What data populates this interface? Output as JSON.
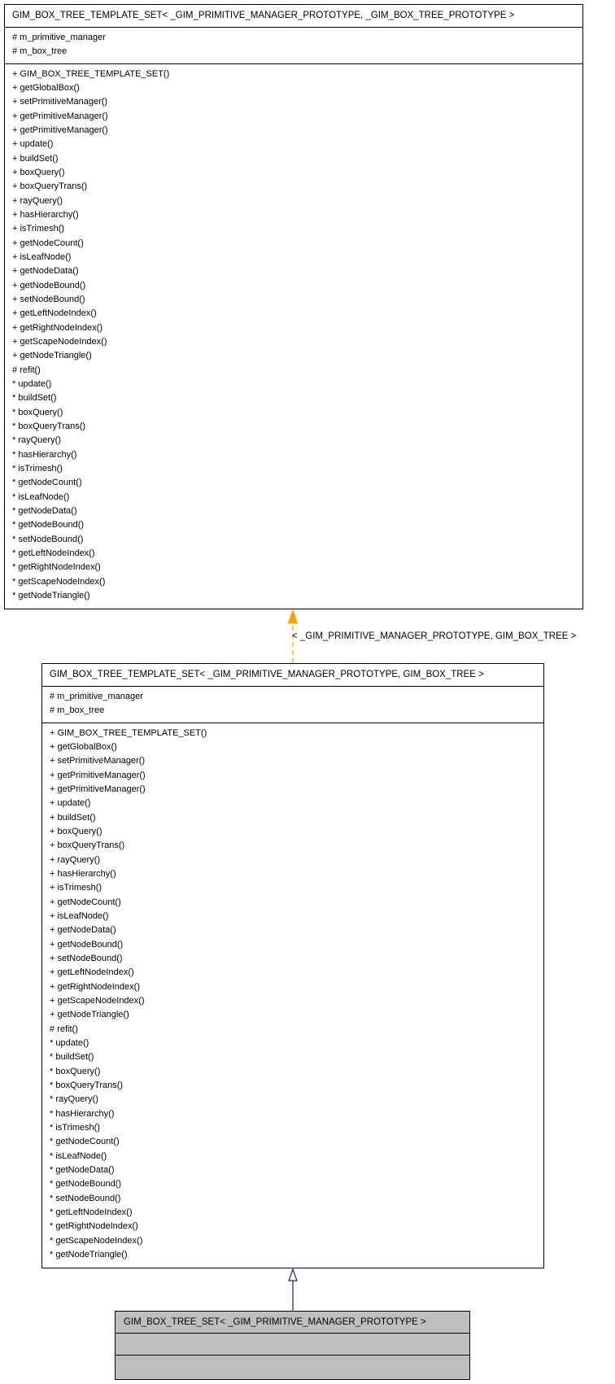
{
  "diagram": {
    "classes": [
      {
        "id": "top",
        "name": "GIM_BOX_TREE_TEMPLATE_SET< _GIM_PRIMITIVE_MANAGER_PROTOTYPE, _GIM_BOX_TREE_PROTOTYPE >",
        "attributes": [
          "# m_primitive_manager",
          "# m_box_tree"
        ],
        "operations": [
          "+ GIM_BOX_TREE_TEMPLATE_SET()",
          "+ getGlobalBox()",
          "+ setPrimitiveManager()",
          "+ getPrimitiveManager()",
          "+ getPrimitiveManager()",
          "+ update()",
          "+ buildSet()",
          "+ boxQuery()",
          "+ boxQueryTrans()",
          "+ rayQuery()",
          "+ hasHierarchy()",
          "+ isTrimesh()",
          "+ getNodeCount()",
          "+ isLeafNode()",
          "+ getNodeData()",
          "+ getNodeBound()",
          "+ setNodeBound()",
          "+ getLeftNodeIndex()",
          "+ getRightNodeIndex()",
          "+ getScapeNodeIndex()",
          "+ getNodeTriangle()",
          "# refit()",
          "* update()",
          "* buildSet()",
          "* boxQuery()",
          "* boxQueryTrans()",
          "* rayQuery()",
          "* hasHierarchy()",
          "* isTrimesh()",
          "* getNodeCount()",
          "* isLeafNode()",
          "* getNodeData()",
          "* getNodeBound()",
          "* setNodeBound()",
          "* getLeftNodeIndex()",
          "* getRightNodeIndex()",
          "* getScapeNodeIndex()",
          "* getNodeTriangle()"
        ]
      },
      {
        "id": "middle",
        "name": "GIM_BOX_TREE_TEMPLATE_SET< _GIM_PRIMITIVE_MANAGER_PROTOTYPE, GIM_BOX_TREE >",
        "attributes": [
          "# m_primitive_manager",
          "# m_box_tree"
        ],
        "operations": [
          "+ GIM_BOX_TREE_TEMPLATE_SET()",
          "+ getGlobalBox()",
          "+ setPrimitiveManager()",
          "+ getPrimitiveManager()",
          "+ getPrimitiveManager()",
          "+ update()",
          "+ buildSet()",
          "+ boxQuery()",
          "+ boxQueryTrans()",
          "+ rayQuery()",
          "+ hasHierarchy()",
          "+ isTrimesh()",
          "+ getNodeCount()",
          "+ isLeafNode()",
          "+ getNodeData()",
          "+ getNodeBound()",
          "+ setNodeBound()",
          "+ getLeftNodeIndex()",
          "+ getRightNodeIndex()",
          "+ getScapeNodeIndex()",
          "+ getNodeTriangle()",
          "# refit()",
          "* update()",
          "* buildSet()",
          "* boxQuery()",
          "* boxQueryTrans()",
          "* rayQuery()",
          "* hasHierarchy()",
          "* isTrimesh()",
          "* getNodeCount()",
          "* isLeafNode()",
          "* getNodeData()",
          "* getNodeBound()",
          "* setNodeBound()",
          "* getLeftNodeIndex()",
          "* getRightNodeIndex()",
          "* getScapeNodeIndex()",
          "* getNodeTriangle()"
        ]
      },
      {
        "id": "bottom",
        "name": "GIM_BOX_TREE_SET< _GIM_PRIMITIVE_MANAGER_PROTOTYPE >",
        "attributes": [],
        "operations": []
      }
    ],
    "edges": [
      {
        "from": "middle",
        "to": "top",
        "kind": "template-instantiation",
        "label": "< _GIM_PRIMITIVE_MANAGER_PROTOTYPE, GIM_BOX_TREE >",
        "color": "#f5a300"
      },
      {
        "from": "bottom",
        "to": "middle",
        "kind": "inheritance",
        "label": "",
        "color": "#1a237e"
      }
    ],
    "colors": {
      "highlight_class_fill": "#bfbfbf",
      "box_border": "#000000"
    }
  }
}
